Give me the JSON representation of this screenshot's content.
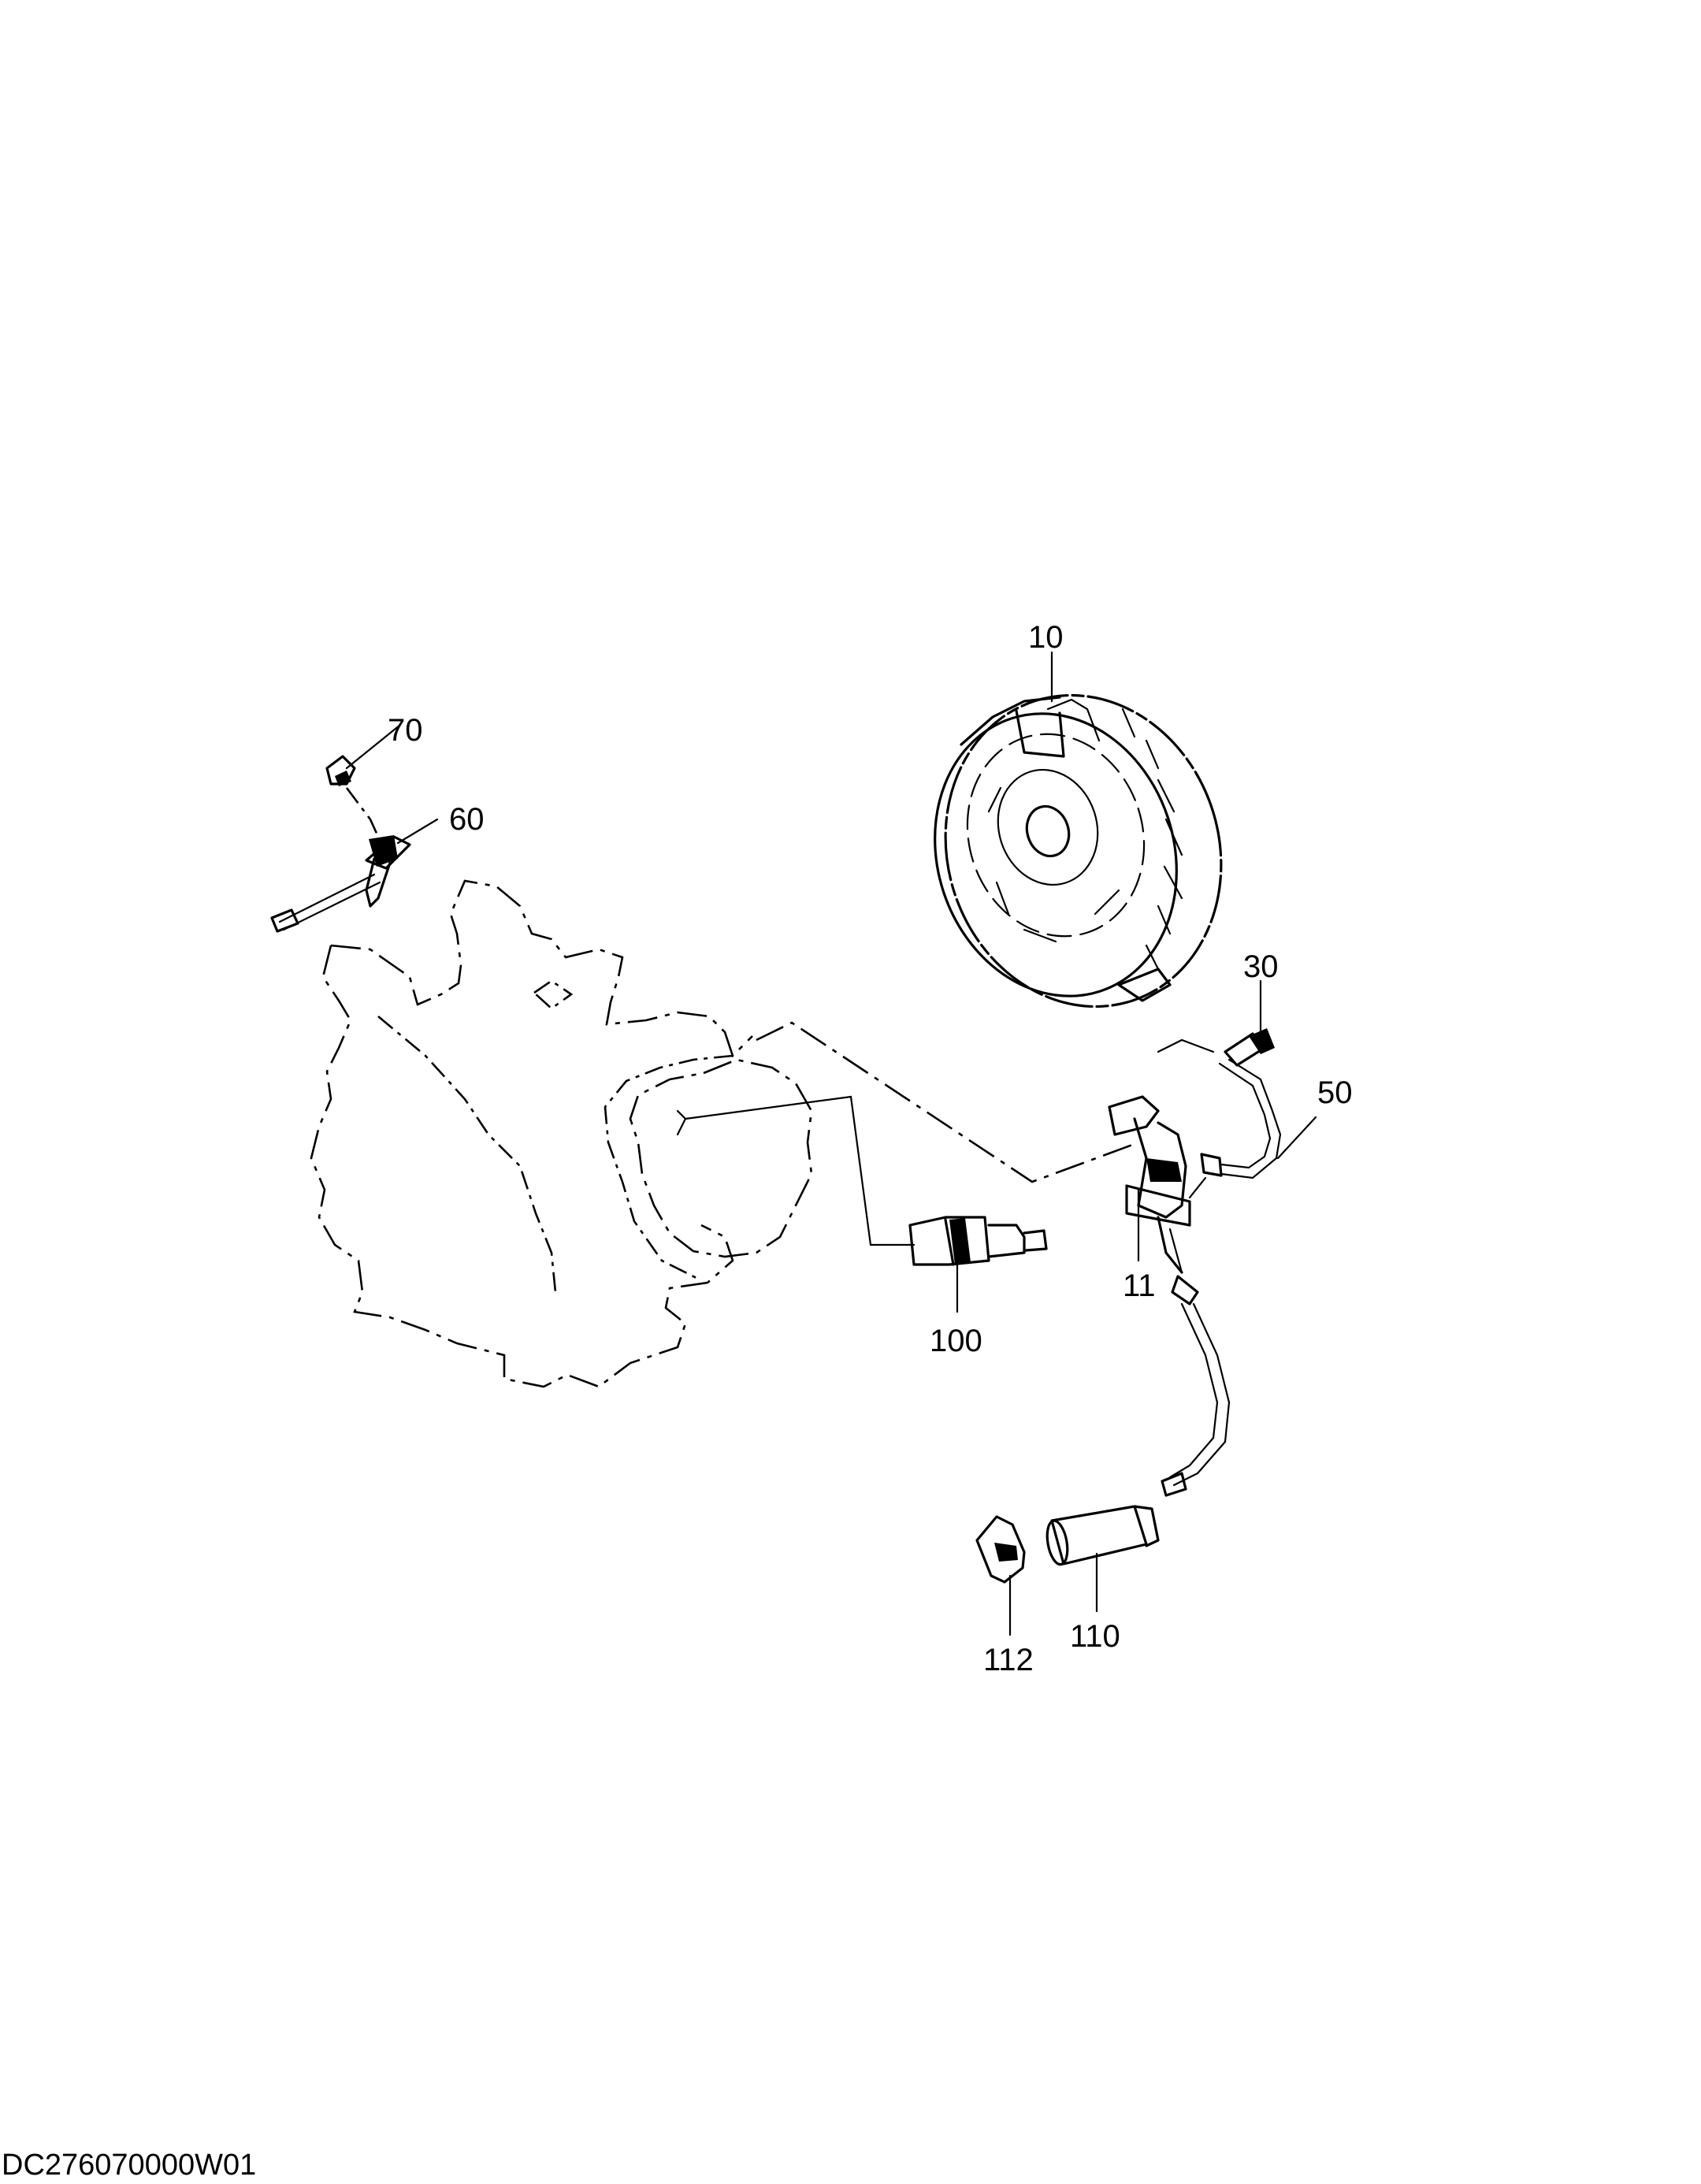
{
  "labels": {
    "l10": "10",
    "l11": "11",
    "l30": "30",
    "l50": "50",
    "l60": "60",
    "l70": "70",
    "l100": "100",
    "l110": "110",
    "l112": "112"
  },
  "drawing_code": "DC276070000W01"
}
